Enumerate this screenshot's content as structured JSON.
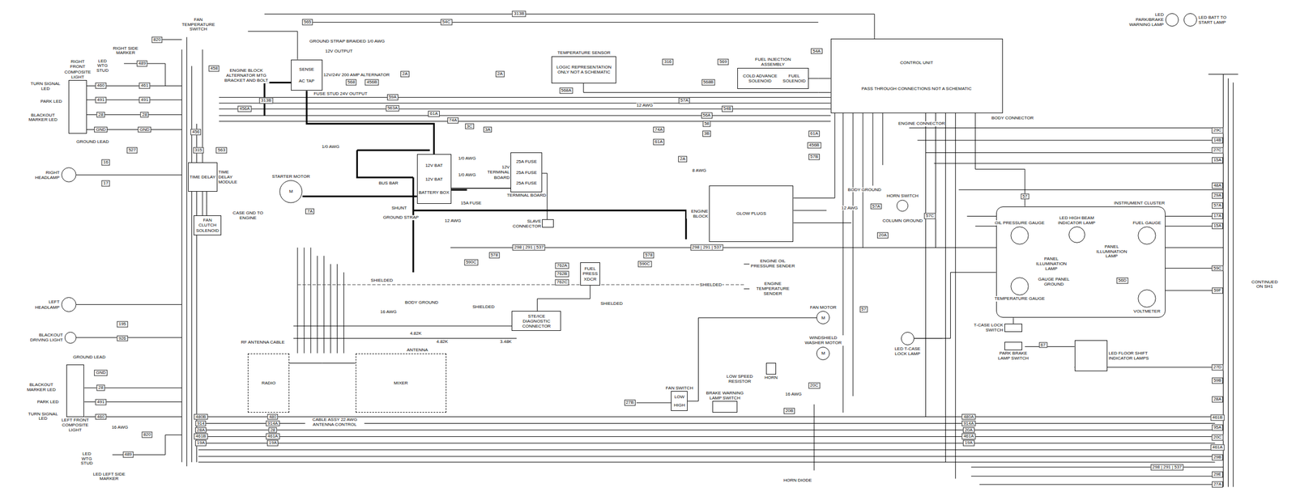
{
  "diagram": {
    "nodes": [
      {
        "text": [
          "CONTROL UNIT",
          "PASS THROUGH CONNECTIONS NOT A SCHEMATIC"
        ]
      },
      {
        "text": [
          "TEMPERATURE SENSOR",
          "LOGIC REPRESENTATION ONLY NOT A SCHEMATIC"
        ]
      },
      {
        "text": [
          "FUEL INJECTION ASSEMBLY",
          "COLD ADVANCE SOLENOID",
          "FUEL SOLENOID"
        ]
      },
      {
        "text": [
          "TIME DELAY",
          "TIME DELAY MODULE"
        ]
      },
      {
        "text": [
          "FAN CLUTCH SOLENOID"
        ]
      },
      {
        "text": [
          "STARTER MOTOR",
          "M"
        ]
      },
      {
        "text": [
          "12V BAT",
          "12V BAT",
          "BATTERY BOX"
        ]
      },
      {
        "text": [
          "12V TERMINAL BOARD",
          "25A FUSE",
          "25A FUSE",
          "25A FUSE",
          "TERMINAL BOARD"
        ]
      },
      {
        "text": [
          "SLAVE CONNECTOR"
        ]
      },
      {
        "text": [
          "ENGINE BLOCK",
          "GLOW PLUGS"
        ]
      },
      {
        "text": [
          "FUEL PRESS XDCR"
        ]
      },
      {
        "text": [
          "STE/ICE DIAGNOSTIC CONNECTOR"
        ]
      },
      {
        "text": [
          "RADIO"
        ]
      },
      {
        "text": [
          "MIXER"
        ]
      },
      {
        "text": [
          "INSTRUMENT CLUSTER"
        ]
      },
      {
        "text": [
          "OIL PRESSURE GAUGE"
        ],
        "in": 14
      },
      {
        "text": [
          "LED HIGH BEAM INDICATOR LAMP"
        ],
        "in": 14
      },
      {
        "text": [
          "FUEL GAUGE"
        ],
        "in": 14
      },
      {
        "text": [
          "TEMPERATURE GAUGE"
        ],
        "in": 14
      },
      {
        "text": [
          "VOLTMETER"
        ],
        "in": 14
      },
      {
        "text": [
          "RIGHT FRONT COMPOSITE LIGHT"
        ]
      },
      {
        "text": [
          "LEFT FRONT COMPOSITE LIGHT"
        ]
      },
      {
        "text": [
          "RIGHT HEADLAMP"
        ]
      },
      {
        "text": [
          "LEFT HEADLAMP"
        ]
      },
      {
        "text": [
          "BLACKOUT DRIVING LIGHT"
        ]
      },
      {
        "text": [
          "LED T-CASE LOCK LAMP"
        ]
      },
      {
        "text": [
          "LED FLOOR SHIFT INDICATOR LAMPS"
        ]
      },
      {
        "text": [
          "FAN MOTOR",
          "M"
        ]
      },
      {
        "text": [
          "WINDSHIELD WASHER MOTOR",
          "M"
        ]
      },
      {
        "text": [
          "HORN"
        ]
      },
      {
        "text": [
          "HORN SWITCH"
        ]
      },
      {
        "text": [
          "12V/24V 200 AMP ALTERNATOR",
          "SENSE",
          "AC TAP"
        ]
      },
      {
        "text": [
          "BRAKE WARNING LAMP SWITCH"
        ]
      },
      {
        "text": [
          "LED PARK/BRAKE WARNING LAMP"
        ]
      },
      {
        "text": [
          "LED BATT TO START LAMP"
        ]
      },
      {
        "text": [
          "FAN SWITCH",
          "LOW",
          "HIGH"
        ]
      },
      {
        "text": [
          "T-CASE LOCK SWITCH"
        ]
      },
      {
        "text": [
          "PARK BRAKE LAMP SWITCH"
        ]
      }
    ],
    "edges": [
      {
        "from": 31,
        "to": 6,
        "arrow": "none"
      },
      {
        "from": 5,
        "to": 6,
        "arrow": "none"
      },
      {
        "from": 6,
        "to": 7,
        "arrow": "none"
      },
      {
        "from": 7,
        "to": 8,
        "arrow": "none"
      },
      {
        "from": 3,
        "to": 4,
        "arrow": "none"
      },
      {
        "from": 10,
        "to": 11,
        "arrow": "none"
      },
      {
        "from": 12,
        "to": 13,
        "arrow": "none"
      },
      {
        "from": 1,
        "to": 0,
        "arrow": "none"
      },
      {
        "from": 2,
        "to": 0,
        "arrow": "none"
      },
      {
        "from": 9,
        "to": 0,
        "arrow": "none"
      },
      {
        "from": 0,
        "to": 14,
        "arrow": "none"
      },
      {
        "from": 25,
        "to": 14,
        "arrow": "none"
      },
      {
        "from": 36,
        "to": 14,
        "arrow": "none"
      },
      {
        "from": 35,
        "to": 27,
        "arrow": "none"
      }
    ],
    "labels": [
      "LED WTG STUD",
      "RIGHT SIDE MARKER",
      "TURN SIGNAL LED",
      "PARK LED",
      "BLACKOUT MARKER LED",
      "GROUND LEAD",
      "460",
      "461",
      "491",
      "491",
      "28",
      "28",
      "GND",
      "GND",
      "489",
      "820",
      "527",
      "16",
      "17",
      "GROUND LEAD",
      "BLACKOUT MARKER LED",
      "PARK LED",
      "TURN SIGNAL LED",
      "GND",
      "28",
      "491",
      "460",
      "16 AWG",
      "LED WTG STUD",
      "LED LEFT SIDE MARKER",
      "489",
      "820",
      "195",
      "926",
      "FAN TEMPERATURE SWITCH",
      "458",
      "456",
      "315",
      "563",
      "ENGINE BLOCK ALTERNATOR MTG BRACKET AND BOLT",
      "GROUND STRAP BRAIDED 1/0 AWG",
      "12V OUTPUT",
      "FUSE STUD 24V OUTPUT",
      "565",
      "54C",
      "313B",
      "54A",
      "568",
      "456B",
      "2A",
      "2A",
      "568A",
      "59A",
      "563A",
      "61A",
      "74A",
      "3C",
      "3A",
      "313B",
      "456A",
      "57A",
      "54B",
      "12 AWG",
      "74A",
      "61A",
      "2A",
      "8 AWG",
      "316",
      "568B",
      "569",
      "56A",
      "58",
      "3B",
      "61A",
      "456B",
      "57B",
      "ENGINE CONNECTOR",
      "BODY CONNECTOR",
      "CASE GND TO ENGINE",
      "BUS BAR",
      "SHUNT",
      "GROUND STRAP",
      "15A FUSE",
      "12 AWG",
      "1/0 AWG",
      "1/0 AWG",
      "1/0 AWG",
      "7A",
      "SHIELDED",
      "SHIELDED",
      "SHIELDED",
      "SHIELDED",
      "BODY GROUND",
      "16 AWG",
      "4.82K",
      "4.82K",
      "3.48K",
      "ANTENNA",
      "RF ANTENNA CABLE",
      "CABLE ASSY 22 AWG ANTENNA CONTROL",
      "298 | 291 | 537",
      "298 | 291 | 537",
      "298 | 291 | 537",
      "578",
      "578",
      "590C",
      "590C",
      "762A",
      "762B",
      "762C",
      "ENGINE OIL PRESSURE SENDER",
      "ENGINE TEMPERATURE SENDER",
      "BODY GROUND",
      "COLUMN GROUND",
      "12 AWG",
      "57A",
      "57C",
      "20A",
      "57",
      "57",
      "PANEL ILLUMINATION LAMP",
      "GAUGE PANEL GROUND",
      "PANEL ILLUMINATION LAMP",
      "56D",
      "CONTINUED ON SH1",
      "HORN DIODE",
      "LOW SPEED RESISTOR",
      "16 AWG",
      "27B",
      "20B",
      "20C",
      "67",
      "29C",
      "14B",
      "27C",
      "15A",
      "48A",
      "29A",
      "57A",
      "17A",
      "15A",
      "59C",
      "59F",
      "27D",
      "59B",
      "28A",
      "461B",
      "95A",
      "20C",
      "461A",
      "29B",
      "29E",
      "27A",
      "480B",
      "914",
      "28A",
      "461B",
      "19A",
      "480",
      "914A",
      "28",
      "461A",
      "19A",
      "480A",
      "914A",
      "20A",
      "461A",
      "19A"
    ]
  }
}
